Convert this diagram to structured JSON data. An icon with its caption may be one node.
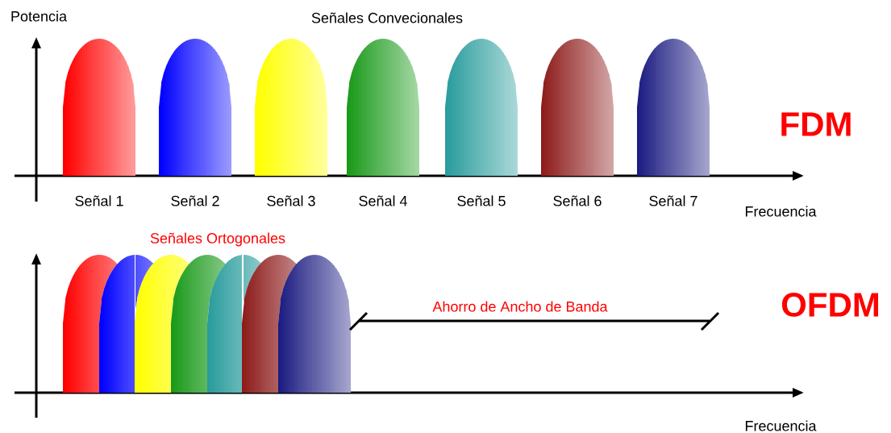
{
  "diagram": {
    "title": "Señales Convecionales",
    "nodes": [
      {
        "text": [],
        "shape": "bar",
        "beside": [
          "Señal 1"
        ]
      },
      {
        "text": [],
        "shape": "bar",
        "beside": [
          "Señal 2"
        ]
      },
      {
        "text": [],
        "shape": "bar",
        "beside": [
          "Señal 3"
        ]
      },
      {
        "text": [],
        "shape": "bar",
        "beside": [
          "Señal 4"
        ]
      },
      {
        "text": [],
        "shape": "bar",
        "beside": [
          "Señal 5"
        ]
      },
      {
        "text": [],
        "shape": "bar",
        "beside": [
          "Señal 6"
        ]
      },
      {
        "text": [],
        "shape": "bar",
        "beside": [
          "Señal 7"
        ]
      },
      {
        "text": [],
        "shape": "bar"
      },
      {
        "text": [],
        "shape": "bar"
      },
      {
        "text": [],
        "shape": "bar"
      },
      {
        "text": [],
        "shape": "bar"
      },
      {
        "text": [],
        "shape": "bar"
      },
      {
        "text": [],
        "shape": "bar"
      },
      {
        "text": [],
        "shape": "bar"
      }
    ],
    "edges": [],
    "labels": [
      "Potencia",
      "FDM",
      "Frecuencia",
      "Señales Ortogonales",
      "OFDM",
      "Ahorro de Ancho de Banda",
      "Frecuencia"
    ]
  }
}
